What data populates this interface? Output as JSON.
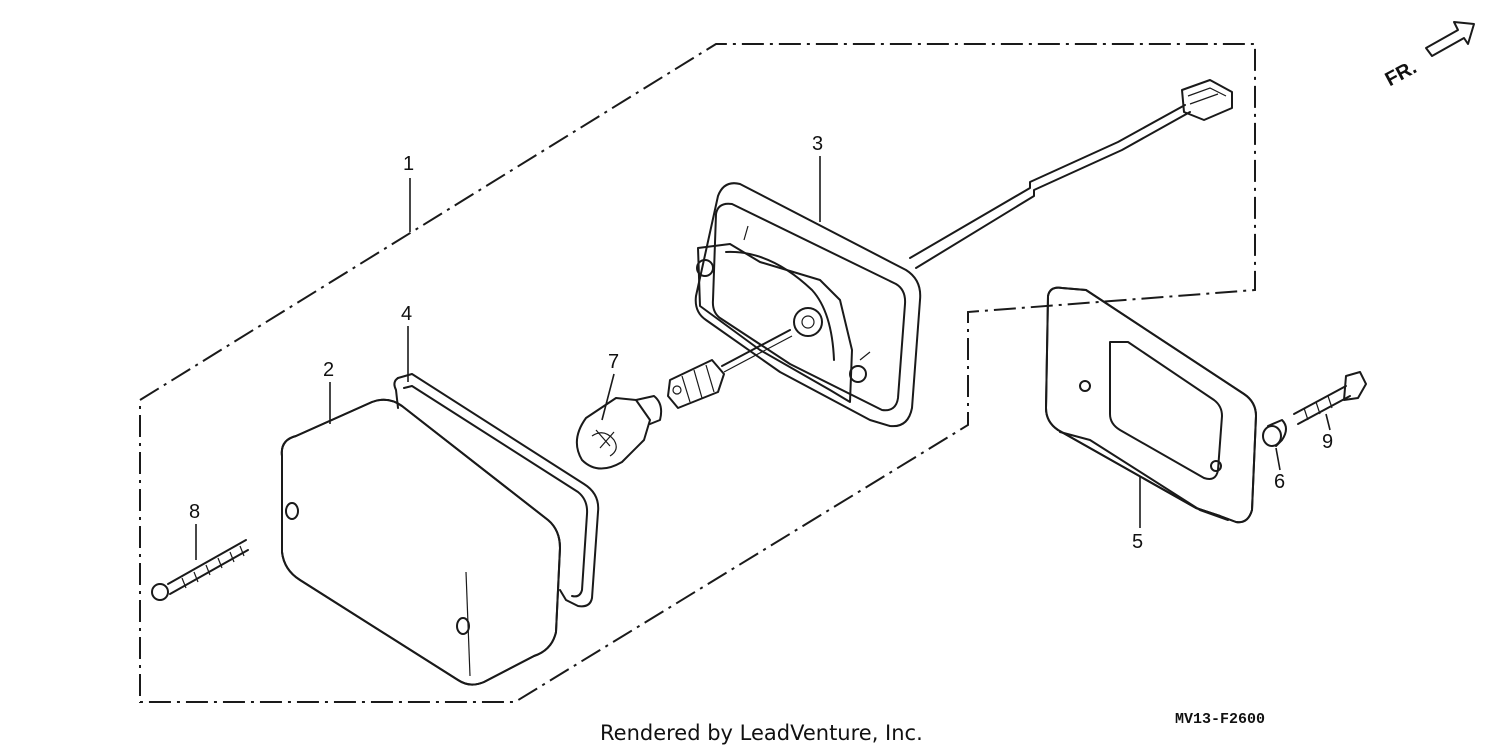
{
  "diagram": {
    "direction_label": "FR.",
    "part_code": "MV13-F2600",
    "credit": "Rendered by LeadVenture, Inc.",
    "callouts": {
      "c1": "1",
      "c2": "2",
      "c3": "3",
      "c4": "4",
      "c5": "5",
      "c6": "6",
      "c7": "7",
      "c8": "8",
      "c9": "9"
    }
  }
}
